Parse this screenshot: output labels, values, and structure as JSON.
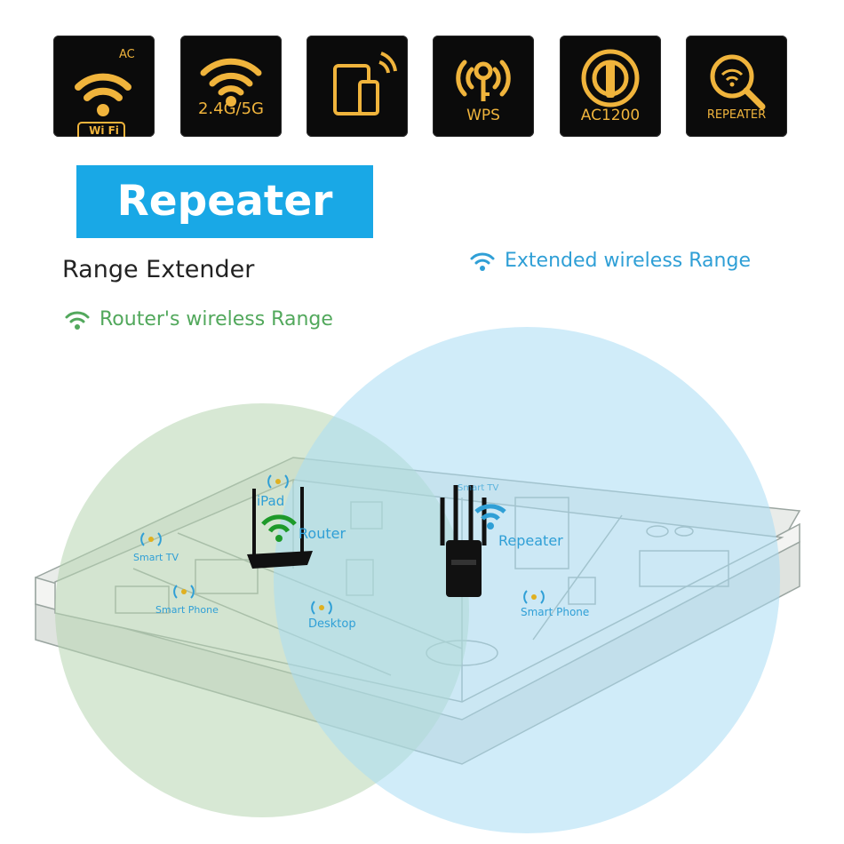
{
  "features": {
    "wifi_ac": {
      "badge": "AC",
      "wifi_text": "Wi Fi",
      "icon": "wifi-icon"
    },
    "band": {
      "label": "2.4G/5G",
      "icon": "wifi-icon"
    },
    "devices": {
      "icon": "tablet-phone-icon"
    },
    "wps": {
      "label": "WPS",
      "icon": "wps-icon"
    },
    "speed": {
      "label": "AC1200",
      "icon": "antenna-icon"
    },
    "repeater": {
      "label": "REPEATER",
      "icon": "magnifier-wifi-icon"
    }
  },
  "banner": {
    "title": "Repeater"
  },
  "subtitle": "Range Extender",
  "legend": {
    "router_range": "Router's wireless Range",
    "extended_range": "Extended wireless Range"
  },
  "scene_labels": {
    "router": "Router",
    "repeater": "Repeater",
    "ipad": "iPad",
    "smart_tv": "Smart TV",
    "smart_phone_left": "Smart Phone",
    "desktop": "Desktop",
    "smart_phone_right": "Smart Phone",
    "smart_tv_right": "Smart TV"
  },
  "colors": {
    "tile_bg": "#0b0b0b",
    "gold": "#f0b43c",
    "banner_blue": "#19a8e6",
    "router_range_green": "#b7d6b0",
    "extended_range_blue": "#a9dcf4",
    "legend_green": "#52a85c",
    "legend_blue": "#2f9fd6",
    "label_blue": "#2f9fd6"
  }
}
